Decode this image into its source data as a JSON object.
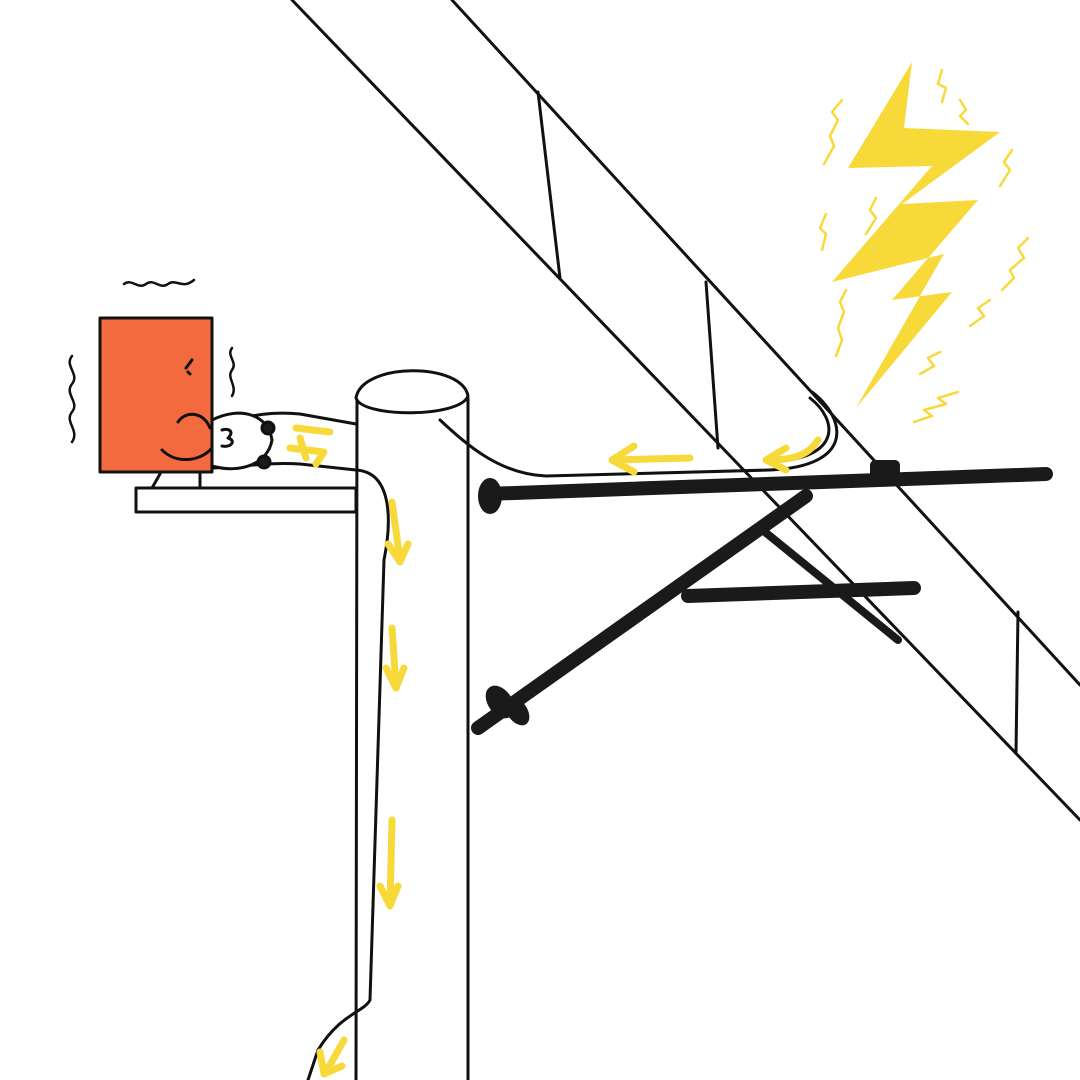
{
  "illustration": {
    "subject": "",
    "colors": {
      "background": "#ffffff",
      "line": "#111111",
      "bolt": "#f8d93a",
      "arrow": "#f8d93a",
      "device": "#f26a3d"
    },
    "icons": [
      "lightning-bolt-icon",
      "current-arrow-icon",
      "device-box",
      "utility-pole",
      "crossarm",
      "power-line"
    ]
  }
}
